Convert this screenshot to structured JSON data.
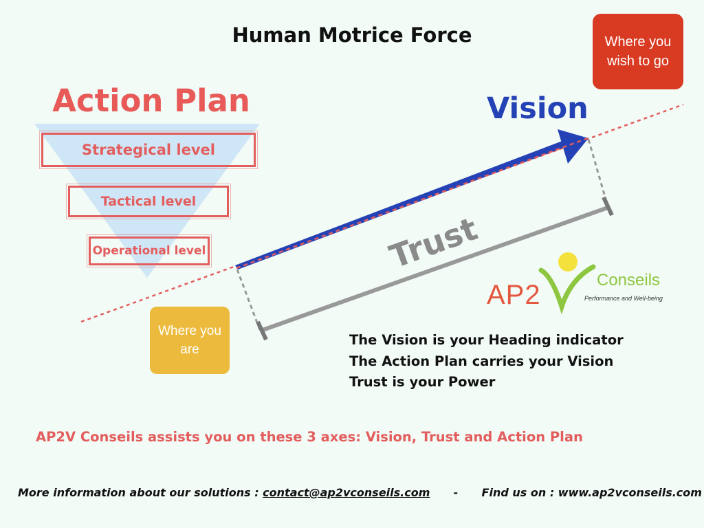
{
  "title": "Human Motrice Force",
  "destination_box": "Where you wish to go",
  "origin_box": "Where you are",
  "action_plan": {
    "title": "Action Plan",
    "levels": [
      "Strategical level",
      "Tactical level",
      "Operational level"
    ]
  },
  "vision_label": "Vision",
  "trust_label": "Trust",
  "logo": {
    "name": "AP2",
    "word": "Conseils",
    "tagline": "Performance and Well-being"
  },
  "takeaways": [
    "The Vision is your Heading indicator",
    "The Action Plan carries your Vision",
    "Trust is your Power"
  ],
  "axes_statement": "AP2V Conseils assists you on these 3 axes: Vision, Trust and Action Plan",
  "footer": {
    "info_label": "More information about our solutions :",
    "email": "contact@ap2vconseils.com",
    "separator": "-",
    "web_label": "Find us on : www.ap2vconseils.com"
  },
  "colors": {
    "background": "#f2fbf6",
    "accent_red": "#e35d5d",
    "destination_box": "#d83a22",
    "origin_box": "#ecbb3e",
    "vision_blue": "#2442b5",
    "funnel": "#cfe6f6",
    "trust_gray": "#999999",
    "logo_green": "#8dc63f",
    "logo_sun": "#f4e13c"
  }
}
